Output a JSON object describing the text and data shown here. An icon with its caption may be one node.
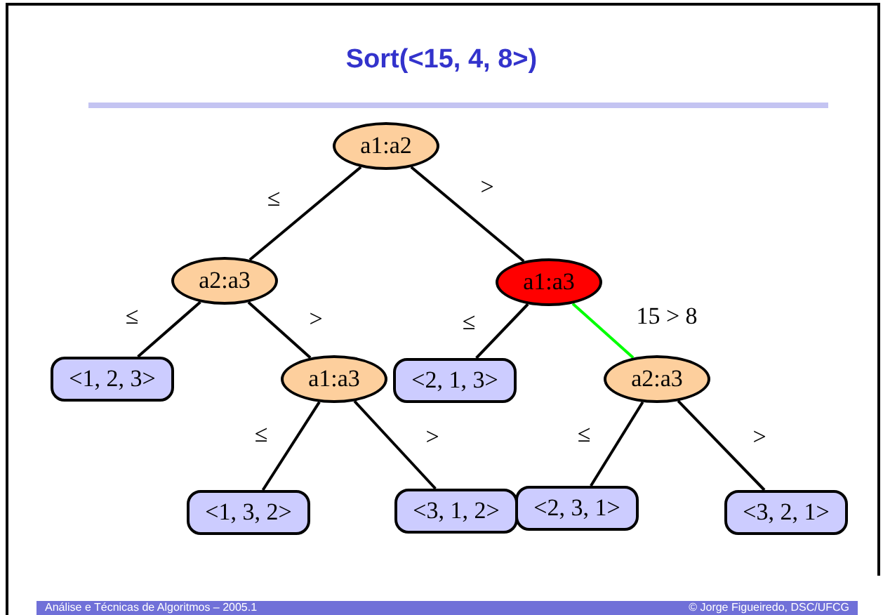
{
  "diagram": {
    "title": "Sort(<15, 4, 8>)",
    "nodes": [
      {
        "text": [
          "a1:a2"
        ]
      },
      {
        "text": [
          "a2:a3"
        ]
      },
      {
        "text": [
          "a1:a3"
        ]
      },
      {
        "text": [
          "<1, 2, 3>"
        ]
      },
      {
        "text": [
          "a1:a3"
        ]
      },
      {
        "text": [
          "<2, 1, 3>"
        ]
      },
      {
        "text": [
          "a2:a3"
        ]
      },
      {
        "text": [
          "<1, 3, 2>"
        ]
      },
      {
        "text": [
          "<3, 1, 2>"
        ]
      },
      {
        "text": [
          "<2, 3, 1>"
        ]
      },
      {
        "text": [
          "<3, 2, 1>"
        ]
      }
    ],
    "edges": [
      {
        "from": 0,
        "to": 1,
        "arrow": "none",
        "label": "≤"
      },
      {
        "from": 0,
        "to": 2,
        "arrow": "none",
        "label": ">"
      },
      {
        "from": 1,
        "to": 3,
        "arrow": "none",
        "label": "≤"
      },
      {
        "from": 1,
        "to": 4,
        "arrow": "none",
        "label": ">"
      },
      {
        "from": 2,
        "to": 5,
        "arrow": "none",
        "label": "≤"
      },
      {
        "from": 2,
        "to": 6,
        "arrow": "none",
        "label": "15 > 8",
        "color": "#00ff00"
      },
      {
        "from": 4,
        "to": 7,
        "arrow": "none",
        "label": "≤"
      },
      {
        "from": 4,
        "to": 8,
        "arrow": "none",
        "label": ">"
      },
      {
        "from": 6,
        "to": 9,
        "arrow": "none",
        "label": "≤"
      },
      {
        "from": 6,
        "to": 10,
        "arrow": "none",
        "label": ">"
      }
    ],
    "labels": [
      "Análise e Técnicas de Algoritmos – 2005.1",
      "© Jorge Figueiredo, DSC/UFCG"
    ]
  }
}
